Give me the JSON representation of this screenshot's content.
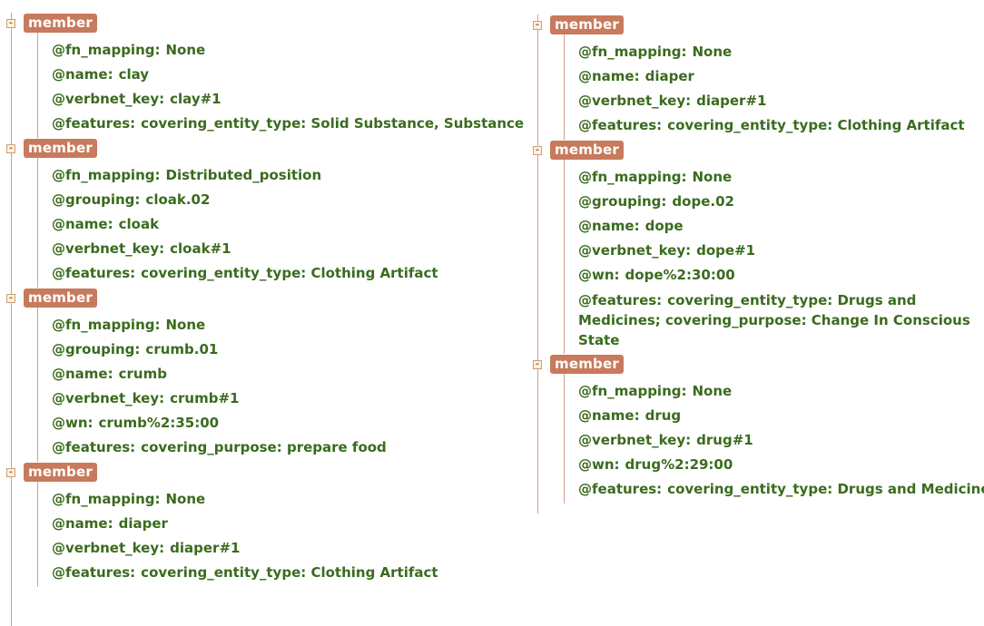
{
  "tag_label": "member",
  "toggle_symbol": "-",
  "columns": [
    {
      "members": [
        {
          "attrs": [
            {
              "key": "@fn_mapping:",
              "value": "None"
            },
            {
              "key": "@name:",
              "value": "clay"
            },
            {
              "key": "@verbnet_key:",
              "value": "clay#1"
            },
            {
              "key": "@features:",
              "value": "covering_entity_type: Solid Substance, Substance"
            }
          ]
        },
        {
          "attrs": [
            {
              "key": "@fn_mapping:",
              "value": "Distributed_position"
            },
            {
              "key": "@grouping:",
              "value": "cloak.02"
            },
            {
              "key": "@name:",
              "value": "cloak"
            },
            {
              "key": "@verbnet_key:",
              "value": "cloak#1"
            },
            {
              "key": "@features:",
              "value": "covering_entity_type: Clothing Artifact"
            }
          ]
        },
        {
          "attrs": [
            {
              "key": "@fn_mapping:",
              "value": "None"
            },
            {
              "key": "@grouping:",
              "value": "crumb.01"
            },
            {
              "key": "@name:",
              "value": "crumb"
            },
            {
              "key": "@verbnet_key:",
              "value": "crumb#1"
            },
            {
              "key": "@wn:",
              "value": "crumb%2:35:00"
            },
            {
              "key": "@features:",
              "value": "covering_purpose: prepare food"
            }
          ]
        },
        {
          "attrs": [
            {
              "key": "@fn_mapping:",
              "value": "None"
            },
            {
              "key": "@name:",
              "value": "diaper"
            },
            {
              "key": "@verbnet_key:",
              "value": "diaper#1"
            },
            {
              "key": "@features:",
              "value": "covering_entity_type: Clothing Artifact"
            }
          ]
        }
      ]
    },
    {
      "members": [
        {
          "attrs": [
            {
              "key": "@fn_mapping:",
              "value": "None"
            },
            {
              "key": "@name:",
              "value": "diaper"
            },
            {
              "key": "@verbnet_key:",
              "value": "diaper#1"
            },
            {
              "key": "@features:",
              "value": "covering_entity_type: Clothing Artifact"
            }
          ]
        },
        {
          "attrs": [
            {
              "key": "@fn_mapping:",
              "value": "None"
            },
            {
              "key": "@grouping:",
              "value": "dope.02"
            },
            {
              "key": "@name:",
              "value": "dope"
            },
            {
              "key": "@verbnet_key:",
              "value": "dope#1"
            },
            {
              "key": "@wn:",
              "value": "dope%2:30:00"
            },
            {
              "key": "@features:",
              "value": "covering_entity_type: Drugs and Medicines; covering_purpose: Change In Conscious State"
            }
          ]
        },
        {
          "attrs": [
            {
              "key": "@fn_mapping:",
              "value": "None"
            },
            {
              "key": "@name:",
              "value": "drug"
            },
            {
              "key": "@verbnet_key:",
              "value": "drug#1"
            },
            {
              "key": "@wn:",
              "value": "drug%2:29:00"
            },
            {
              "key": "@features:",
              "value": "covering_entity_type: Drugs and Medicines"
            }
          ]
        }
      ]
    }
  ]
}
